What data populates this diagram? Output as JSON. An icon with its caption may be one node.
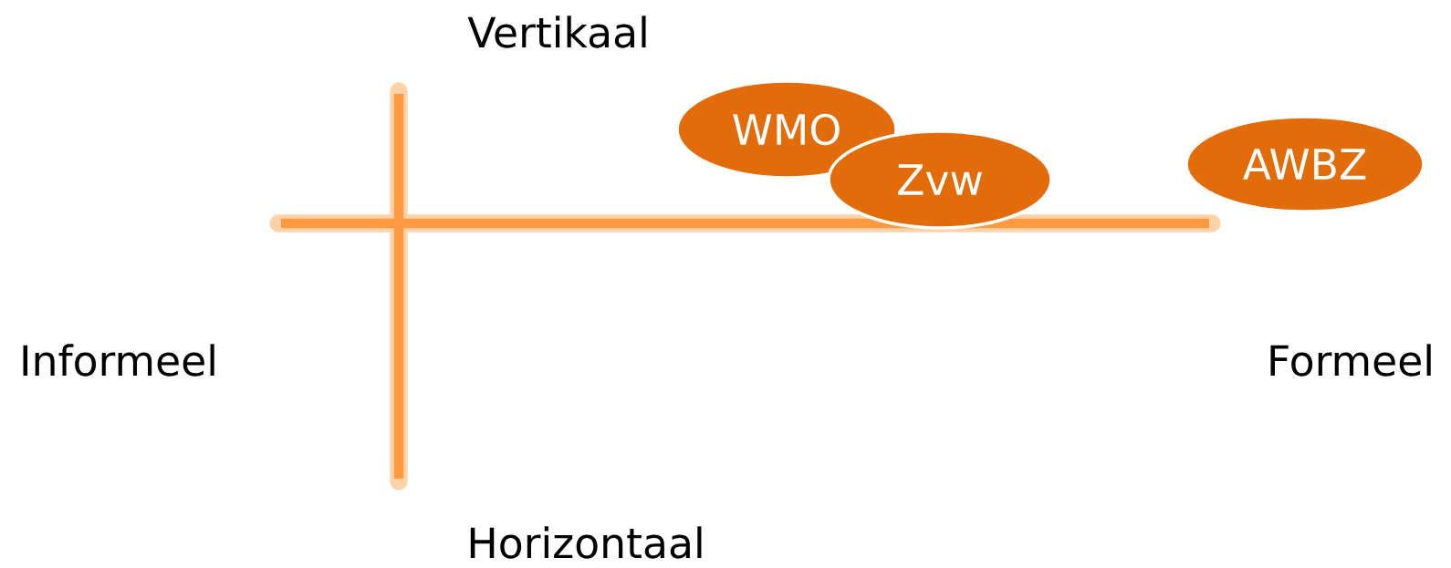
{
  "diagram": {
    "nodes": [
      {
        "text": [
          "WMO"
        ]
      },
      {
        "text": [
          "Zvw"
        ]
      },
      {
        "text": [
          "AWBZ"
        ]
      }
    ],
    "labels": [
      "Vertikaal",
      "Informeel",
      "Formeel",
      "Horizontaal"
    ]
  }
}
